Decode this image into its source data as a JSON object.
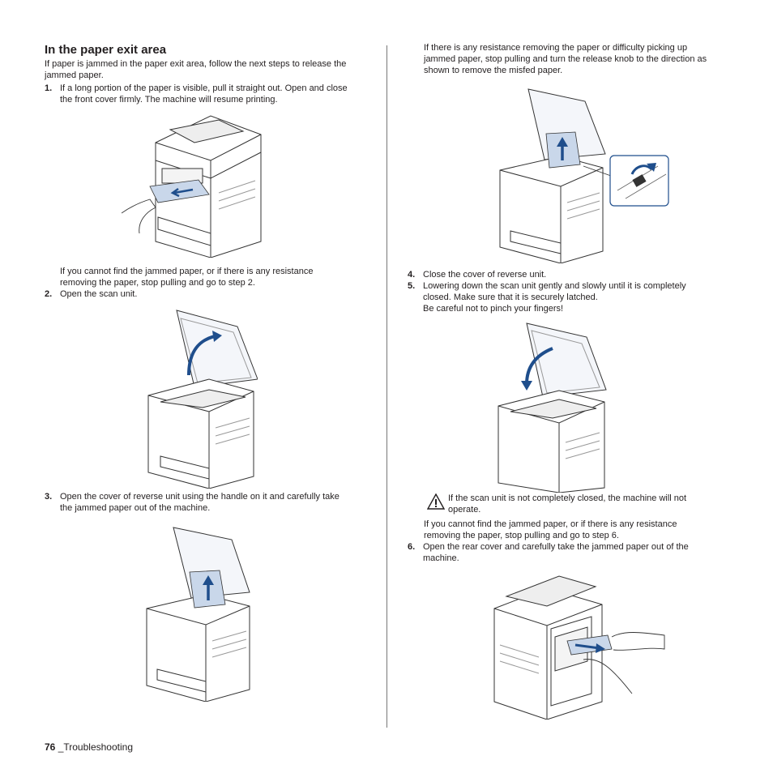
{
  "section_title": "In the paper exit area",
  "intro": "If paper is jammed in the paper exit area, follow the next steps to release the jammed paper.",
  "steps": [
    {
      "num": "1.",
      "lines": [
        "If a long portion of the paper is visible, pull it straight out. Open and close",
        "the front cover firmly. The machine will resume printing."
      ]
    },
    {
      "num": "2.",
      "lines": [
        "Open the scan unit."
      ]
    },
    {
      "num": "3.",
      "lines": [
        "Open the cover of reverse unit using the handle on it and carefully take",
        "the jammed paper out of the machine."
      ]
    },
    {
      "num": "4.",
      "lines": [
        "Close the cover of reverse unit."
      ]
    },
    {
      "num": "5.",
      "lines": [
        "Lowering down the scan unit gently and slowly until it is completely",
        "closed. Make sure that it is securely latched.",
        "Be careful not to pinch your fingers!"
      ]
    },
    {
      "num": "6.",
      "lines": [
        "Open the rear cover and carefully take the jammed paper out of the",
        "machine."
      ]
    }
  ],
  "note_step1": [
    "If you cannot find the jammed paper, or if there is any resistance",
    "removing the paper, stop pulling and go to step 2."
  ],
  "note_resistance": [
    "If there is any resistance removing the paper or difficulty picking up",
    "jammed paper, stop pulling and turn the release knob to the direction as",
    "shown to remove the misfed paper."
  ],
  "warning": [
    "If the scan unit is not completely closed, the machine will not",
    "operate."
  ],
  "note_step6": [
    "If you cannot find the jammed paper, or if there is any resistance",
    "removing the paper, stop pulling and go to step 6."
  ],
  "footer": {
    "page": "76",
    "section": "_Troubleshooting"
  },
  "colors": {
    "arrow_blue": "#1f4e8c",
    "paper_blue": "#c9d7ea",
    "line": "#333333"
  }
}
